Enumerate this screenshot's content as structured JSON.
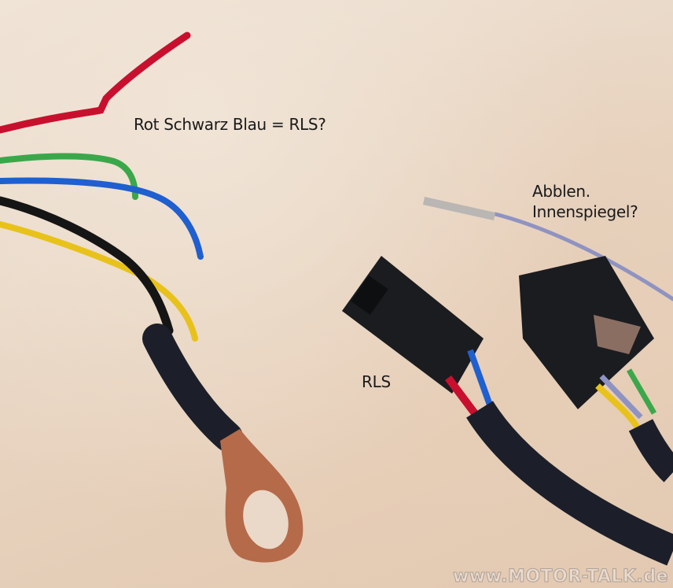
{
  "annotations": {
    "rls_question": "Rot Schwarz Blau = RLS?",
    "mirror_line1": "Abblen.",
    "mirror_line2": "Innenspiegel?",
    "rls": "RLS"
  },
  "watermark": "www.MOTOR-TALK.de",
  "colors": {
    "background_wood": "#e8d5c2",
    "wire_red": "#c8102e",
    "wire_green": "#3aa84a",
    "wire_blue": "#1f5fd0",
    "wire_black": "#151515",
    "wire_yellow": "#e8c21a",
    "wire_grey_violet": "#8f93c2",
    "connector_black": "#1b1c1f",
    "ring_terminal_copper": "#b56a4a",
    "sleeve_fabric": "#1c1f2a"
  }
}
